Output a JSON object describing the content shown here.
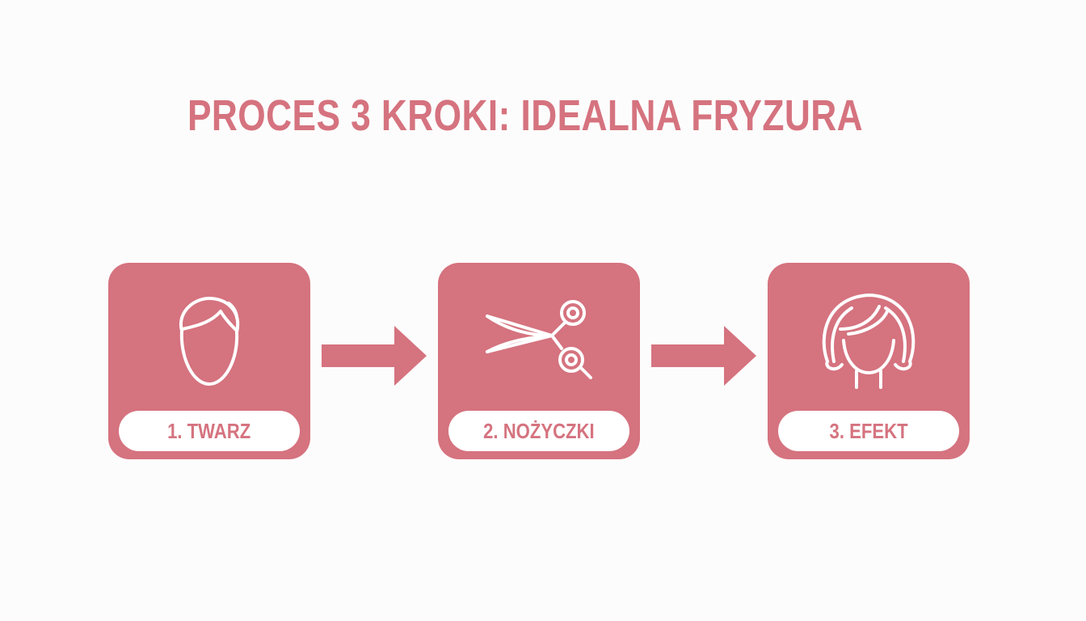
{
  "title": "PROCES 3 KROKI: IDEALNA FRYZURA",
  "colors": {
    "accent": "#d5737f",
    "background": "#fdfcfc",
    "pill": "#ffffff"
  },
  "steps": [
    {
      "label": "1. TWARZ",
      "icon": "face-icon"
    },
    {
      "label": "2. NOŻYCZKI",
      "icon": "scissors-icon"
    },
    {
      "label": "3. EFEKT",
      "icon": "hairstyle-icon"
    }
  ]
}
